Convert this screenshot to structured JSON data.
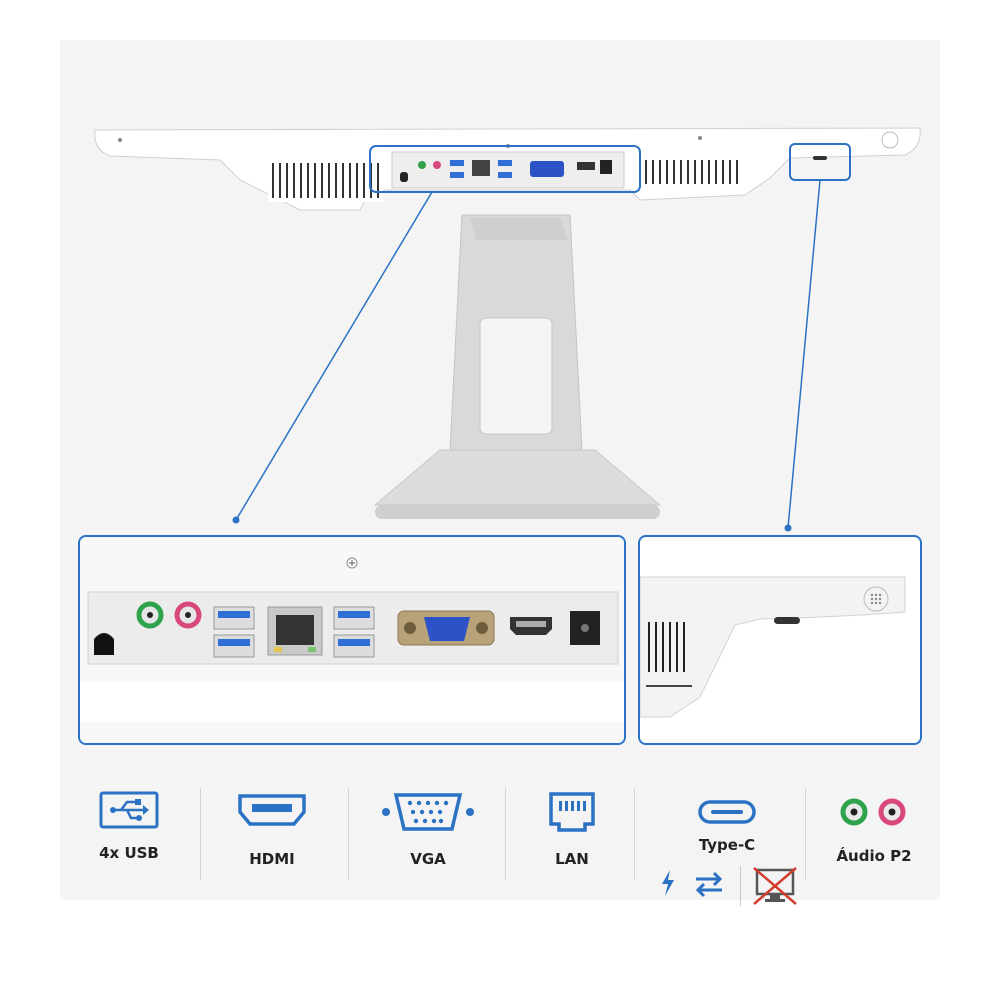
{
  "legend": {
    "usb": "4x USB",
    "hdmi": "HDMI",
    "vga": "VGA",
    "lan": "LAN",
    "typec": "Type-C",
    "audio": "Áudio P2"
  },
  "colors": {
    "accent": "#2b72c4",
    "audio_green": "#2fa34b",
    "audio_pink": "#d9487d",
    "usb_blue": "#2f6fd6",
    "vga_blue": "#2b52c7",
    "warning_red": "#d33c2c"
  },
  "icons": [
    "usb-icon",
    "hdmi-icon",
    "vga-icon",
    "lan-icon",
    "typec-icon",
    "audio-jack-icon",
    "lightning-icon",
    "data-transfer-icon",
    "no-display-icon"
  ]
}
